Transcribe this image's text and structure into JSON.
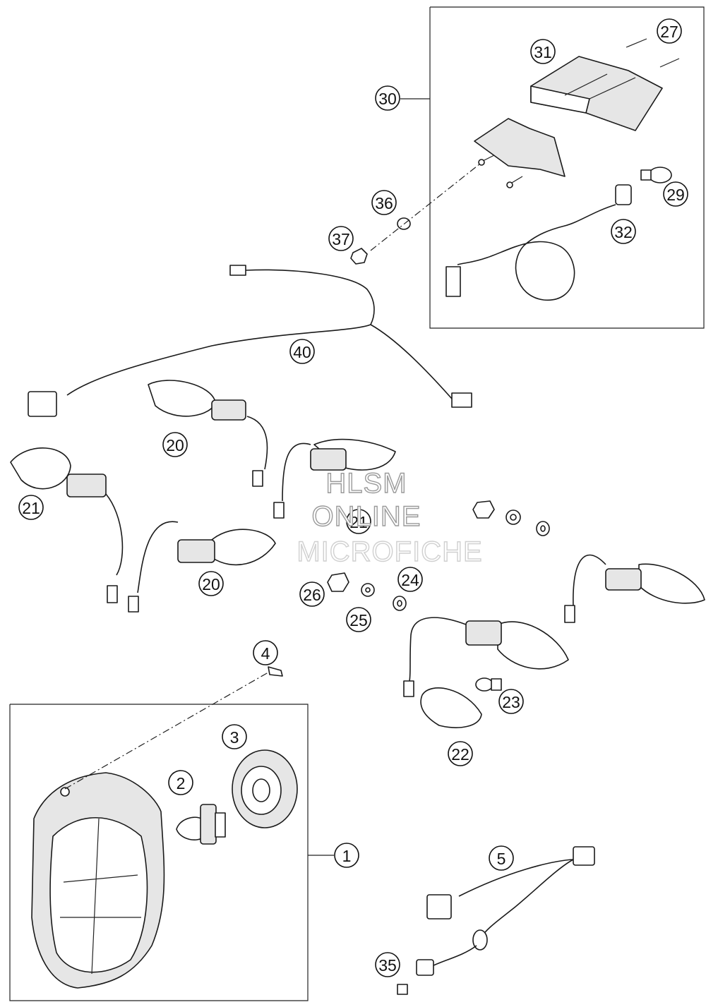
{
  "diagram": {
    "callouts": [
      "1",
      "2",
      "3",
      "4",
      "5",
      "20",
      "20",
      "21",
      "21",
      "22",
      "23",
      "24",
      "25",
      "26",
      "27",
      "29",
      "30",
      "31",
      "32",
      "35",
      "36",
      "37",
      "40"
    ],
    "watermark": [
      "HLSM",
      "ONLINE",
      "MICROFICHE"
    ]
  }
}
